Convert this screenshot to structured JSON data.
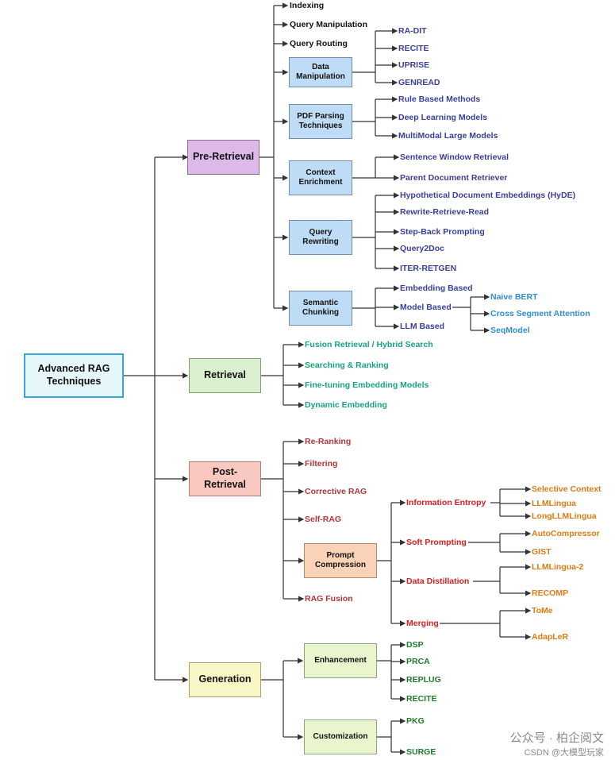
{
  "root": "Advanced RAG Techniques",
  "pre_retrieval": {
    "title": "Pre-Retrieval",
    "leaves": [
      "Indexing",
      "Query Manipulation",
      "Query Routing"
    ],
    "data_manipulation": {
      "title": "Data Manipulation",
      "items": [
        "RA-DIT",
        "RECITE",
        "UPRISE",
        "GENREAD"
      ]
    },
    "pdf_parsing": {
      "title": "PDF Parsing Techniques",
      "items": [
        "Rule Based Methods",
        "Deep Learning Models",
        "MultiModal Large Models"
      ]
    },
    "context_enrichment": {
      "title": "Context Enrichment",
      "items": [
        "Sentence Window Retrieval",
        "Parent Document Retriever"
      ]
    },
    "query_rewriting": {
      "title": "Query Rewriting",
      "items": [
        "Hypothetical Document Embeddings (HyDE)",
        "Rewrite-Retrieve-Read",
        "Step-Back Prompting",
        "Query2Doc",
        "ITER-RETGEN"
      ]
    },
    "semantic_chunking": {
      "title": "Semantic Chunking",
      "items": [
        "Embedding Based",
        "Model Based",
        "LLM Based"
      ],
      "model_based_items": [
        "Naive BERT",
        "Cross Segment Attention",
        "SeqModel"
      ]
    }
  },
  "retrieval": {
    "title": "Retrieval",
    "items": [
      "Fusion Retrieval / Hybrid Search",
      "Searching & Ranking",
      "Fine-tuning Embedding Models",
      "Dynamic Embedding"
    ]
  },
  "post_retrieval": {
    "title": "Post-Retrieval",
    "items": [
      "Re-Ranking",
      "Filtering",
      "Corrective RAG",
      "Self-RAG",
      "RAG Fusion"
    ],
    "prompt_compression": {
      "title": "Prompt Compression",
      "information_entropy": {
        "title": "Information Entropy",
        "items": [
          "Selective Context",
          "LLMLingua",
          "LongLLMLingua"
        ]
      },
      "soft_prompting": {
        "title": "Soft Prompting",
        "items": [
          "AutoCompressor",
          "GIST"
        ]
      },
      "data_distillation": {
        "title": "Data Distillation",
        "items": [
          "LLMLingua-2",
          "RECOMP"
        ]
      },
      "merging": {
        "title": "Merging",
        "items": [
          "ToMe",
          "AdapLeR"
        ]
      }
    }
  },
  "generation": {
    "title": "Generation",
    "enhancement": {
      "title": "Enhancement",
      "items": [
        "DSP",
        "PRCA",
        "REPLUG",
        "RECITE"
      ]
    },
    "customization": {
      "title": "Customization",
      "items": [
        "PKG",
        "SURGE"
      ]
    }
  },
  "watermark": {
    "line1": "公众号 · 柏企阅文",
    "line2": "CSDN @大模型玩家"
  },
  "colors": {
    "root_fill": "#e6f7fb",
    "root_border": "#3aa6d8",
    "pre_fill": "#dcb9e8",
    "ret_fill": "#d9efcd",
    "post_fill": "#f9c8c0",
    "gen_fill": "#fbf6c6",
    "sub_blue": "#bfdcf6",
    "sub_peach": "#f9d2b7",
    "sub_green": "#e9f6cd"
  }
}
